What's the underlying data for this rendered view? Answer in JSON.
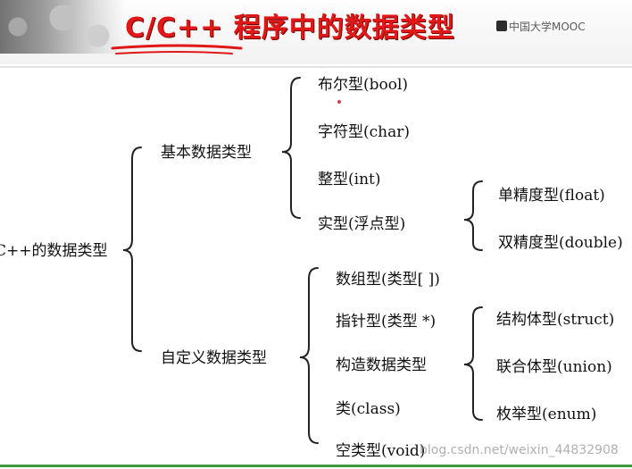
{
  "header": {
    "title": "C/C++ 程序中的数据类型",
    "brand": "中国大学MOOC"
  },
  "diagram": {
    "root": "C++的数据类型",
    "basic": {
      "label": "基本数据类型",
      "items": [
        "布尔型(bool)",
        "字符型(char)",
        "整型(int)",
        "实型(浮点型)"
      ],
      "real_types": [
        "单精度型(float)",
        "双精度型(double)"
      ]
    },
    "custom": {
      "label": "自定义数据类型",
      "items": [
        "数组型(类型[ ])",
        "指针型(类型  *)",
        "构造数据类型",
        "类(class)",
        "空类型(void)"
      ],
      "constructed_types": [
        "结构体型(struct)",
        "联合体型(union)",
        "枚举型(enum)"
      ]
    }
  },
  "watermark": "blog.csdn.net/weixin_44832908",
  "colors": {
    "title": "#e01818",
    "footer_rule": "#3f9a3f"
  }
}
